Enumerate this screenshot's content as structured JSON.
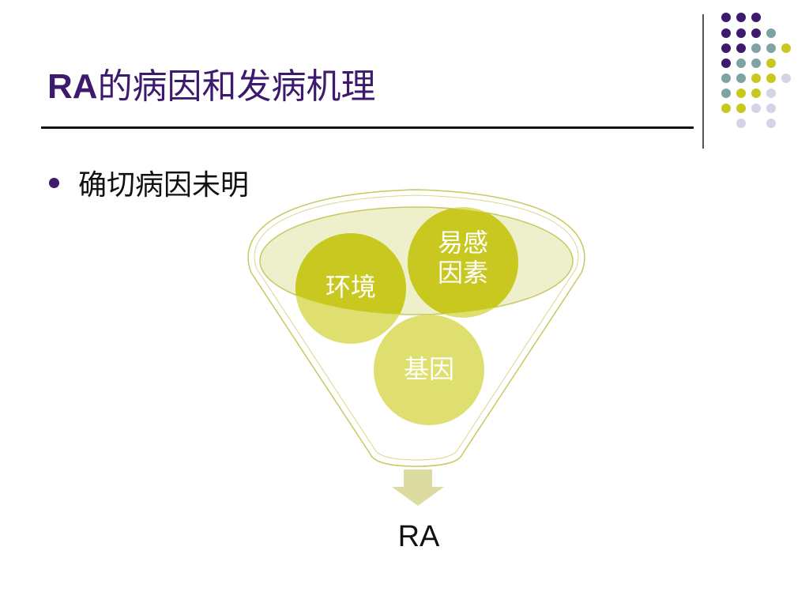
{
  "slide": {
    "title_latin": "RA",
    "title_cn": "的病因和发病机理",
    "bullet": "确切病因未明"
  },
  "diagram": {
    "circles": {
      "environment": "环境",
      "susceptibility_line1": "易感",
      "susceptibility_line2": "因素",
      "gene": "基因"
    },
    "result": "RA"
  },
  "colors": {
    "title": "#3d1a6e",
    "circle_dark": "#c8c820",
    "circle_light": "#dfdf70",
    "funnel_stroke": "#c8c860",
    "arrow": "#dcdca0",
    "dot_purple": "#3d1a6e",
    "dot_teal": "#7fa3a3",
    "dot_yellow": "#c8c820",
    "dot_lavender": "#d4d4e8"
  }
}
